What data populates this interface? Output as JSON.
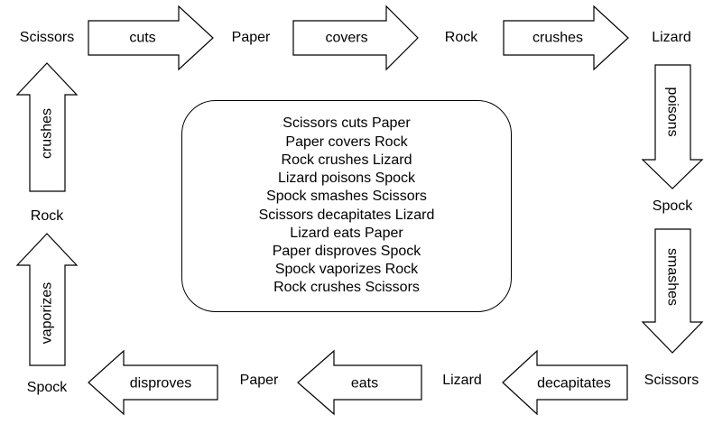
{
  "nodes": [
    {
      "id": "top-scissors",
      "label": "Scissors"
    },
    {
      "id": "top-paper",
      "label": "Paper"
    },
    {
      "id": "top-rock",
      "label": "Rock"
    },
    {
      "id": "top-lizard",
      "label": "Lizard"
    },
    {
      "id": "right-spock",
      "label": "Spock"
    },
    {
      "id": "bottom-scissors",
      "label": "Scissors"
    },
    {
      "id": "bottom-lizard",
      "label": "Lizard"
    },
    {
      "id": "bottom-paper",
      "label": "Paper"
    },
    {
      "id": "bottom-spock",
      "label": "Spock"
    },
    {
      "id": "left-rock",
      "label": "Rock"
    }
  ],
  "arrows": [
    {
      "id": "cuts",
      "label": "cuts",
      "from": "top-scissors",
      "to": "top-paper",
      "direction": "right"
    },
    {
      "id": "covers",
      "label": "covers",
      "from": "top-paper",
      "to": "top-rock",
      "direction": "right"
    },
    {
      "id": "crushes-lizard",
      "label": "crushes",
      "from": "top-rock",
      "to": "top-lizard",
      "direction": "right"
    },
    {
      "id": "poisons",
      "label": "poisons",
      "from": "top-lizard",
      "to": "right-spock",
      "direction": "down"
    },
    {
      "id": "smashes",
      "label": "smashes",
      "from": "right-spock",
      "to": "bottom-scissors",
      "direction": "down"
    },
    {
      "id": "decapitates",
      "label": "decapitates",
      "from": "bottom-scissors",
      "to": "bottom-lizard",
      "direction": "left"
    },
    {
      "id": "eats",
      "label": "eats",
      "from": "bottom-lizard",
      "to": "bottom-paper",
      "direction": "left"
    },
    {
      "id": "disproves",
      "label": "disproves",
      "from": "bottom-paper",
      "to": "bottom-spock",
      "direction": "left"
    },
    {
      "id": "vaporizes",
      "label": "vaporizes",
      "from": "bottom-spock",
      "to": "left-rock",
      "direction": "up"
    },
    {
      "id": "crushes-scissors",
      "label": "crushes",
      "from": "left-rock",
      "to": "top-scissors",
      "direction": "up"
    }
  ],
  "rules": [
    "Scissors cuts Paper",
    "Paper covers Rock",
    "Rock crushes Lizard",
    "Lizard poisons Spock",
    "Spock smashes Scissors",
    "Scissors decapitates Lizard",
    "Lizard eats Paper",
    "Paper disproves Spock",
    "Spock vaporizes Rock",
    "Rock crushes Scissors"
  ]
}
